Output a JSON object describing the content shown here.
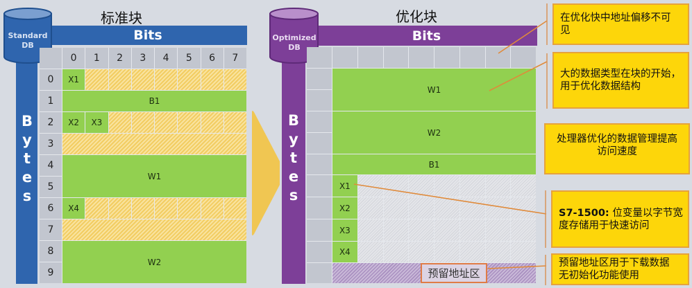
{
  "standard_block": {
    "title": "标准块",
    "db_label_line1": "Standard",
    "db_label_line2": "DB",
    "bits_label": "Bits",
    "bytes_label": "Bytes",
    "bit_columns": [
      "0",
      "1",
      "2",
      "3",
      "4",
      "5",
      "6",
      "7"
    ],
    "byte_rows": [
      "0",
      "1",
      "2",
      "3",
      "4",
      "5",
      "6",
      "7",
      "8",
      "9"
    ],
    "variables": {
      "X1": "X1",
      "B1": "B1",
      "X2": "X2",
      "X3": "X3",
      "W1": "W1",
      "X4": "X4",
      "W2": "W2"
    }
  },
  "optimized_block": {
    "title": "优化块",
    "db_label_line1": "Optimized",
    "db_label_line2": "DB",
    "bits_label": "Bits",
    "bytes_label": "Bytes",
    "variables": {
      "W1": "W1",
      "W2": "W2",
      "B1": "B1",
      "X1": "X1",
      "X2": "X2",
      "X3": "X3",
      "X4": "X4"
    },
    "reserved_label": "预留地址区"
  },
  "callouts": [
    {
      "lines": [
        "在优化快中地址偏移不可",
        "见"
      ]
    },
    {
      "lines": [
        "大的数据类型在块的开始，",
        "用于优化数据结构"
      ]
    },
    {
      "lines": [
        "处理器优化的数据管理提高",
        "访问速度"
      ]
    },
    {
      "bold_prefix": "S7-1500:",
      "lines": [
        " 位变量以字节宽",
        "度存储用于快速访问"
      ]
    },
    {
      "lines": [
        "预留地址区用于下载数据",
        "无初始化功能使用"
      ]
    }
  ],
  "colors": {
    "standard_blue": "#2f65ae",
    "optimized_purple": "#7d3f98",
    "variable_green": "#92d050",
    "unused_yellow_hatch": "#f2cd62",
    "callout_yellow": "#fdd60a",
    "connector_orange": "#e08a3a",
    "arrow_yellow": "#f0c652"
  }
}
